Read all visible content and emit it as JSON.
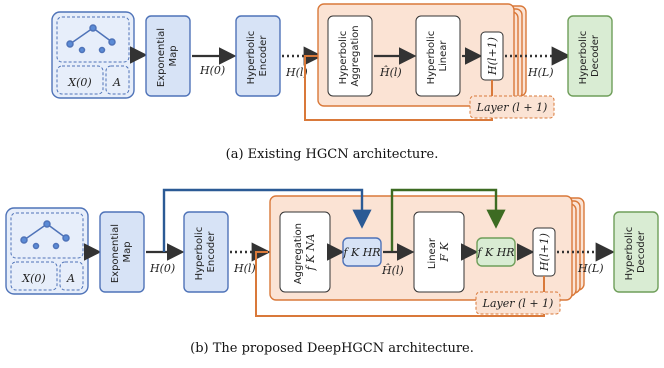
{
  "panel_a": {
    "input_x": "X(0)",
    "input_a": "A",
    "exp_map": [
      "Exponential",
      "Map"
    ],
    "h0": "H(0)",
    "encoder": [
      "Hyperbolic",
      "Encoder"
    ],
    "hl": "H(l)",
    "aggregation": [
      "Hyperbolic",
      "Aggregation"
    ],
    "hhat": "Ĥ(l)",
    "linear": [
      "Hyperbolic",
      "Linear"
    ],
    "hl1": "H(l+1)",
    "hL": "H(L)",
    "decoder": [
      "Hyperbolic",
      "Decoder"
    ],
    "layer": "Layer (l + 1)",
    "caption": "(a)  Existing HGCN architecture."
  },
  "panel_b": {
    "input_x": "X(0)",
    "input_a": "A",
    "exp_map": [
      "Exponential",
      "Map"
    ],
    "h0": "H(0)",
    "encoder": [
      "Hyperbolic",
      "Encoder"
    ],
    "hl": "H(l)",
    "aggregation": [
      "Aggregation",
      "f K NA"
    ],
    "fhr1": "f K HR",
    "hhat": "Ĥ(l)",
    "linear": [
      "Linear",
      "F K"
    ],
    "fhr2": "f K HR",
    "hl1": "H(l+1)",
    "hL": "H(L)",
    "decoder": [
      "Hyperbolic",
      "Decoder"
    ],
    "layer": "Layer (l + 1)",
    "caption": "(b)  The proposed DeepHGCN architecture."
  }
}
